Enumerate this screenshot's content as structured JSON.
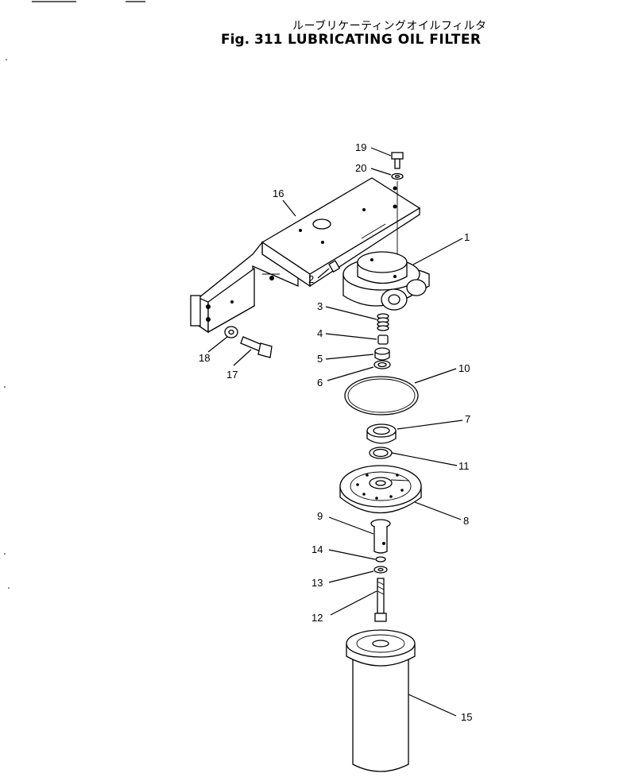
{
  "header": {
    "title_jp": "ルーブリケーティングオイルフィルタ",
    "fig_label": "Fig. 311",
    "title_en": "LUBRICATING OIL FILTER"
  },
  "callouts": {
    "c1": "1",
    "c2": "2",
    "c3": "3",
    "c4": "4",
    "c5": "5",
    "c6": "6",
    "c7": "7",
    "c8": "8",
    "c9": "9",
    "c10": "10",
    "c11": "11",
    "c12": "12",
    "c13": "13",
    "c14": "14",
    "c15": "15",
    "c16": "16",
    "c17": "17",
    "c18": "18",
    "c19": "19",
    "c20": "20"
  },
  "parts": [
    {
      "ref": "1",
      "icon": "filter-head-icon"
    },
    {
      "ref": "2",
      "icon": "plug-icon"
    },
    {
      "ref": "3",
      "icon": "spring-icon"
    },
    {
      "ref": "4",
      "icon": "valve-icon"
    },
    {
      "ref": "5",
      "icon": "seat-icon"
    },
    {
      "ref": "6",
      "icon": "o-ring-icon"
    },
    {
      "ref": "7",
      "icon": "seal-icon"
    },
    {
      "ref": "8",
      "icon": "cover-icon"
    },
    {
      "ref": "9",
      "icon": "nipple-icon"
    },
    {
      "ref": "10",
      "icon": "gasket-icon"
    },
    {
      "ref": "11",
      "icon": "o-ring-icon"
    },
    {
      "ref": "12",
      "icon": "bolt-icon"
    },
    {
      "ref": "13",
      "icon": "washer-icon"
    },
    {
      "ref": "14",
      "icon": "washer-icon"
    },
    {
      "ref": "15",
      "icon": "cartridge-icon"
    },
    {
      "ref": "16",
      "icon": "bracket-icon"
    },
    {
      "ref": "17",
      "icon": "bolt-icon"
    },
    {
      "ref": "18",
      "icon": "washer-icon"
    },
    {
      "ref": "19",
      "icon": "bolt-icon"
    },
    {
      "ref": "20",
      "icon": "washer-icon"
    }
  ]
}
